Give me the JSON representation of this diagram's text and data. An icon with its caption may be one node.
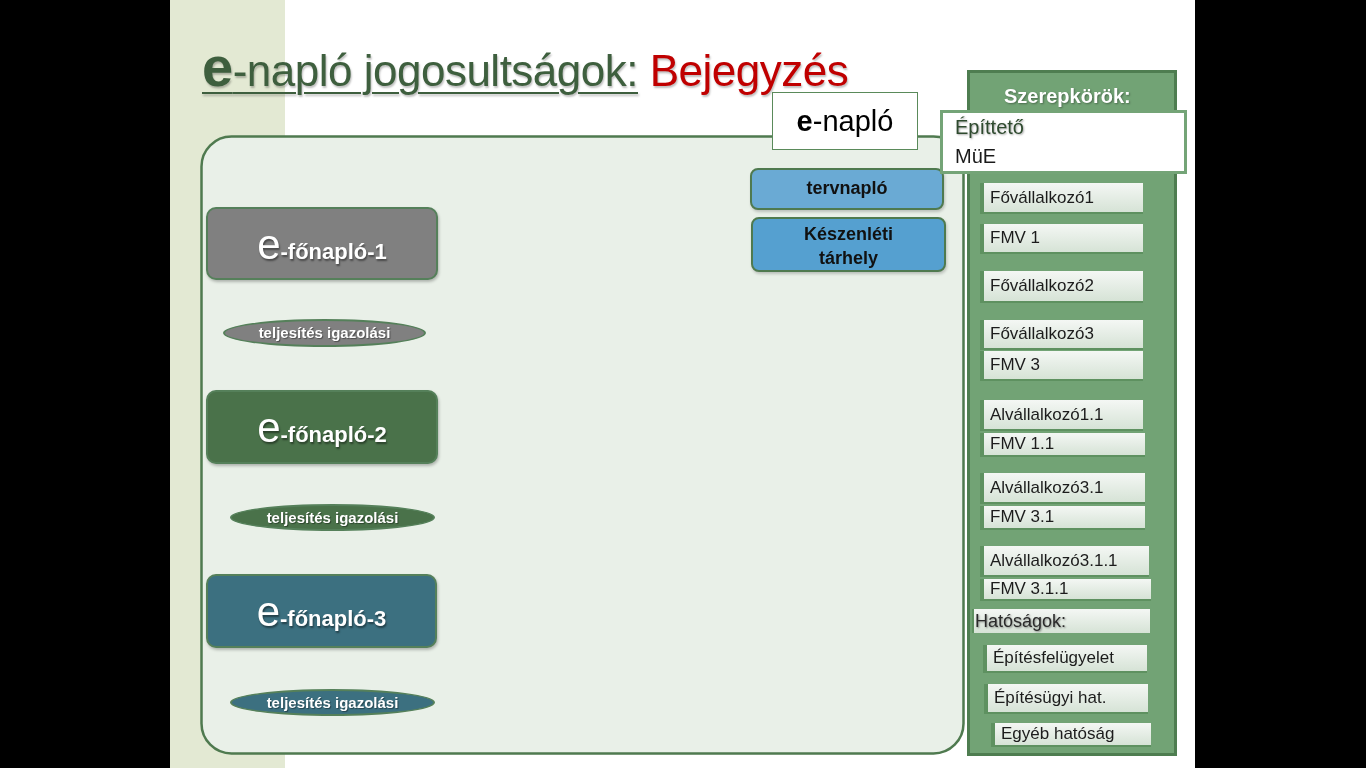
{
  "diagram": {
    "title": "e-napló jogosultságok: Bejegyzés",
    "nodes": [
      {
        "text": [
          "e-napló"
        ]
      },
      {
        "text": [
          "tervnapló"
        ],
        "in": 0
      },
      {
        "text": [
          "Készenléti tárhely"
        ],
        "in": 0
      },
      {
        "text": [
          "e-főnapló-1"
        ],
        "in": 0
      },
      {
        "text": [
          "teljesítés igazolási"
        ],
        "in": 0
      },
      {
        "text": [
          "e-főnapló-2"
        ],
        "in": 0
      },
      {
        "text": [
          "teljesítés igazolási"
        ],
        "in": 0
      },
      {
        "text": [
          "e-főnapló-3"
        ],
        "in": 0
      },
      {
        "text": [
          "teljesítés igazolási"
        ],
        "in": 0
      },
      {
        "text": [
          "Szerepkörök:"
        ]
      },
      {
        "text": [
          "Építtető"
        ]
      },
      {
        "text": [
          "MüE"
        ]
      },
      {
        "text": [
          "Fővállalkozó1"
        ],
        "in": 9
      },
      {
        "text": [
          "FMV 1"
        ],
        "in": 9
      },
      {
        "text": [
          "Fővállalkozó2"
        ],
        "in": 9
      },
      {
        "text": [
          "Fővállalkozó3"
        ],
        "in": 9
      },
      {
        "text": [
          "FMV 3"
        ],
        "in": 9
      },
      {
        "text": [
          "Alvállalkozó1.1"
        ],
        "in": 9
      },
      {
        "text": [
          "FMV 1.1"
        ],
        "in": 9
      },
      {
        "text": [
          "Alvállalkozó3.1"
        ],
        "in": 9
      },
      {
        "text": [
          "FMV 3.1"
        ],
        "in": 9
      },
      {
        "text": [
          "Alvállalkozó3.1.1"
        ],
        "in": 9
      },
      {
        "text": [
          "FMV 3.1.1"
        ],
        "in": 9
      },
      {
        "text": [
          "Hatóságok:"
        ],
        "in": 9
      },
      {
        "text": [
          "Építésfelügyelet"
        ],
        "in": 9
      },
      {
        "text": [
          "Építésügyi hat."
        ],
        "in": 9
      },
      {
        "text": [
          "Egyéb hatóság"
        ],
        "in": 9
      }
    ]
  }
}
